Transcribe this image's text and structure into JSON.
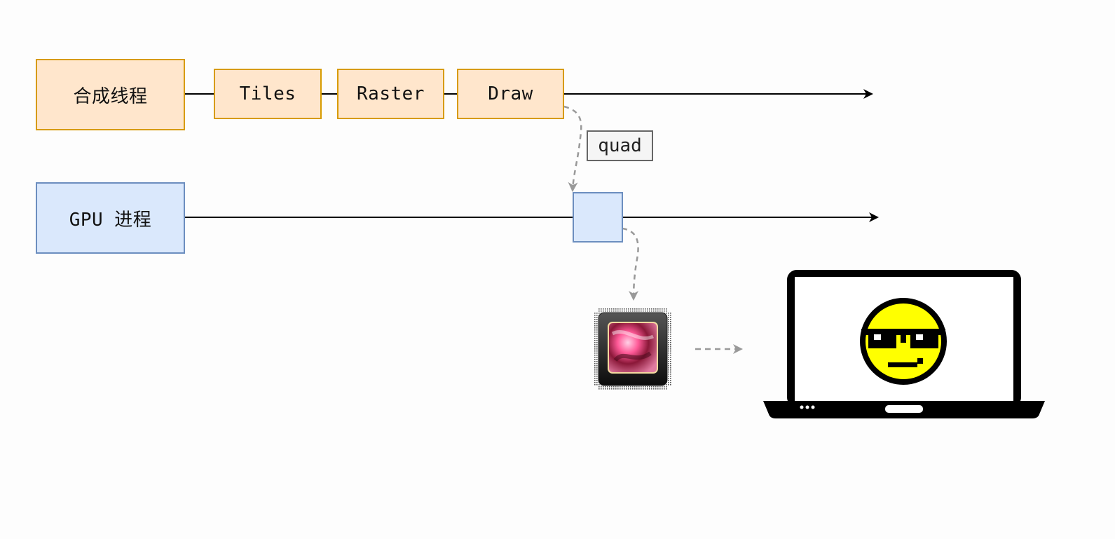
{
  "lanes": {
    "compositor": {
      "label": "合成线程"
    },
    "gpu": {
      "label": "GPU 进程"
    }
  },
  "stages": [
    {
      "id": "tiles",
      "label": "Tiles"
    },
    {
      "id": "raster",
      "label": "Raster"
    },
    {
      "id": "draw",
      "label": "Draw"
    }
  ],
  "edge_labels": {
    "quad": "quad"
  },
  "icons": {
    "gpu_chip": "gpu-chip-icon",
    "display": "laptop-display-icon",
    "smiley": "pixel-smiley-sunglasses-icon"
  },
  "colors": {
    "orange_fill": "#ffe6cc",
    "orange_stroke": "#d79b00",
    "blue_fill": "#dae8fc",
    "blue_stroke": "#6c8ebf",
    "dashed_arrow": "#999999",
    "smiley_yellow": "#ffff00"
  }
}
